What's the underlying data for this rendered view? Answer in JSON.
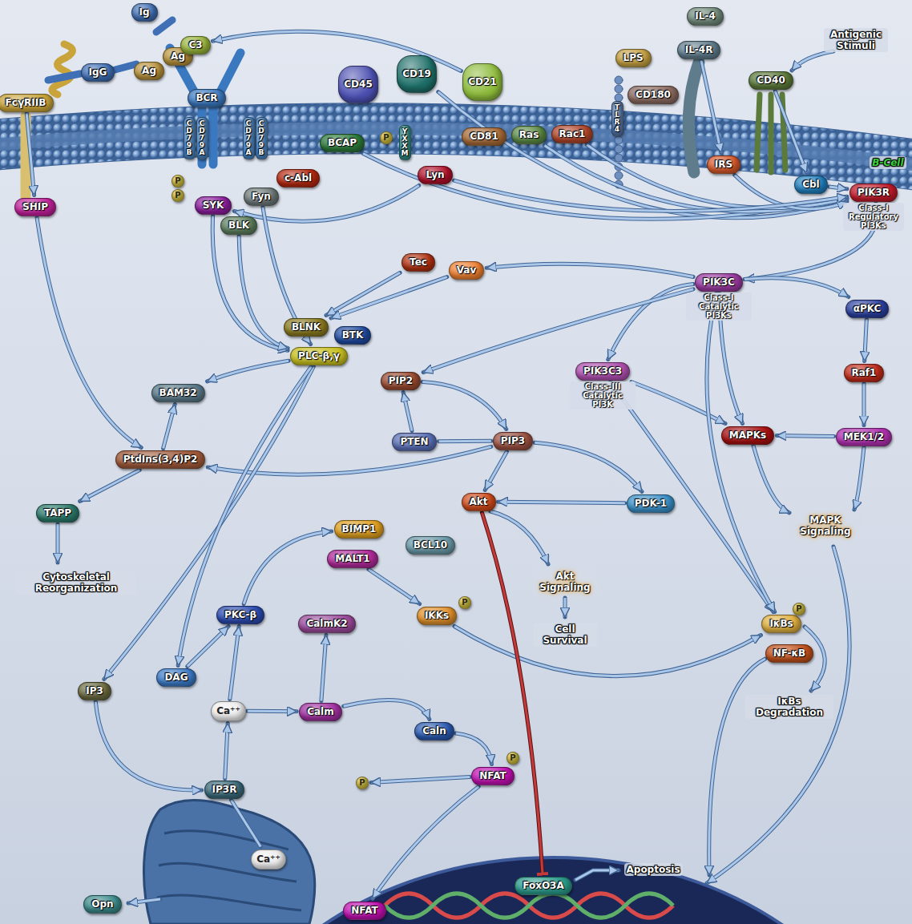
{
  "diagram": {
    "nodes": [
      {
        "text": [
          "FcγRIIB"
        ]
      },
      {
        "text": [
          "IgG"
        ]
      },
      {
        "text": [
          "Ag"
        ]
      },
      {
        "text": [
          "Ig"
        ]
      },
      {
        "text": [
          "Ag"
        ]
      },
      {
        "text": [
          "C3"
        ]
      },
      {
        "text": [
          "BCR"
        ]
      },
      {
        "text": [
          "CD79B"
        ]
      },
      {
        "text": [
          "CD79A"
        ]
      },
      {
        "text": [
          "CD79A"
        ]
      },
      {
        "text": [
          "CD79B"
        ]
      },
      {
        "text": [
          "P"
        ]
      },
      {
        "text": [
          "P"
        ]
      },
      {
        "text": [
          "SYK"
        ]
      },
      {
        "text": [
          "Fyn"
        ]
      },
      {
        "text": [
          "BLK"
        ]
      },
      {
        "text": [
          "c-Abl"
        ]
      },
      {
        "text": [
          "CD45"
        ]
      },
      {
        "text": [
          "CD19"
        ]
      },
      {
        "text": [
          "CD21"
        ]
      },
      {
        "text": [
          "BCAP"
        ]
      },
      {
        "text": [
          "P"
        ]
      },
      {
        "text": [
          "YXXM"
        ]
      },
      {
        "text": [
          "Lyn"
        ]
      },
      {
        "text": [
          "CD81"
        ]
      },
      {
        "text": [
          "Ras"
        ]
      },
      {
        "text": [
          "Rac1"
        ]
      },
      {
        "text": [
          "LPS"
        ]
      },
      {
        "text": [
          "TLR4"
        ]
      },
      {
        "text": [
          "CD180"
        ]
      },
      {
        "text": [
          "IL-4"
        ]
      },
      {
        "text": [
          "IL-4R"
        ]
      },
      {
        "text": [
          "IRS"
        ]
      },
      {
        "text": [
          "CD40"
        ]
      },
      {
        "text": [
          "Cbl"
        ]
      },
      {
        "text": [
          "PIK3R",
          "Class-I Regulatory PI3Ks"
        ]
      },
      {
        "text": [
          "SHIP"
        ]
      },
      {
        "text": [
          "Tec"
        ]
      },
      {
        "text": [
          "Vav"
        ]
      },
      {
        "text": [
          "BLNK"
        ]
      },
      {
        "text": [
          "BTK"
        ]
      },
      {
        "text": [
          "PLC-β,γ"
        ]
      },
      {
        "text": [
          "PIK3C",
          "Class-I Catalytic PI3Ks"
        ]
      },
      {
        "text": [
          "αPKC"
        ]
      },
      {
        "text": [
          "Raf1"
        ]
      },
      {
        "text": [
          "BAM32"
        ]
      },
      {
        "text": [
          "PIP2"
        ]
      },
      {
        "text": [
          "PIK3C3",
          "Class-III Catalytic PI3K"
        ]
      },
      {
        "text": [
          "MAPKs"
        ]
      },
      {
        "text": [
          "MEK1/2"
        ]
      },
      {
        "text": [
          "PTEN"
        ]
      },
      {
        "text": [
          "PIP3"
        ]
      },
      {
        "text": [
          "PtdIns(3,4)P2"
        ]
      },
      {
        "text": [
          "TAPP"
        ]
      },
      {
        "text": [
          "Akt"
        ]
      },
      {
        "text": [
          "PDK-1"
        ]
      },
      {
        "text": [
          "BIMP1"
        ]
      },
      {
        "text": [
          "BCL10"
        ]
      },
      {
        "text": [
          "MALT1"
        ]
      },
      {
        "text": [
          "IKKs"
        ]
      },
      {
        "text": [
          "P"
        ]
      },
      {
        "text": [
          "IκBs"
        ]
      },
      {
        "text": [
          "P"
        ]
      },
      {
        "text": [
          "NF-κB"
        ]
      },
      {
        "text": [
          "PKC-β"
        ]
      },
      {
        "text": [
          "CalmK2"
        ]
      },
      {
        "text": [
          "IP3"
        ]
      },
      {
        "text": [
          "DAG"
        ]
      },
      {
        "text": [
          "Ca⁺⁺"
        ]
      },
      {
        "text": [
          "Calm"
        ]
      },
      {
        "text": [
          "Caln"
        ]
      },
      {
        "text": [
          "P"
        ]
      },
      {
        "text": [
          "NFAT"
        ]
      },
      {
        "text": [
          "P"
        ]
      },
      {
        "text": [
          "IP3R"
        ]
      },
      {
        "text": [
          "Ca⁺⁺"
        ]
      },
      {
        "text": [
          "Opn"
        ]
      },
      {
        "text": [
          "NFAT"
        ]
      },
      {
        "text": [
          "FoxO3A"
        ]
      }
    ],
    "edges": [
      {
        "from": 19,
        "to": 5,
        "arrow": "to"
      },
      {
        "from": 0,
        "to": 36,
        "arrow": "to"
      },
      {
        "from": 18,
        "to": 35,
        "arrow": "to"
      },
      {
        "from": 20,
        "to": 35,
        "arrow": "to"
      },
      {
        "from": 25,
        "to": 35,
        "arrow": "to"
      },
      {
        "from": 26,
        "to": 35,
        "arrow": "to"
      },
      {
        "from": 32,
        "to": 35,
        "arrow": "to"
      },
      {
        "from": 34,
        "to": 35,
        "arrow": "to"
      },
      {
        "from": 33,
        "to": 34,
        "arrow": "to"
      },
      {
        "from": 31,
        "to": 32,
        "arrow": "to"
      },
      {
        "from": 23,
        "to": 13,
        "arrow": "to"
      },
      {
        "from": 13,
        "to": 41,
        "arrow": "to"
      },
      {
        "from": 14,
        "to": 41,
        "arrow": "to"
      },
      {
        "from": 15,
        "to": 41,
        "arrow": "to"
      },
      {
        "from": 37,
        "to": 39,
        "arrow": "to"
      },
      {
        "from": 38,
        "to": 39,
        "arrow": "to"
      },
      {
        "from": 35,
        "to": 42,
        "arrow": "to"
      },
      {
        "from": 42,
        "to": 38,
        "arrow": "to"
      },
      {
        "from": 42,
        "to": 47,
        "arrow": "to"
      },
      {
        "from": 42,
        "to": 43,
        "arrow": "to"
      },
      {
        "from": 43,
        "to": 44,
        "arrow": "to"
      },
      {
        "from": 44,
        "to": 49,
        "arrow": "to"
      },
      {
        "from": 49,
        "to": 48,
        "arrow": "to"
      },
      {
        "from": 42,
        "to": 48,
        "arrow": "to"
      },
      {
        "from": 47,
        "to": 48,
        "arrow": "to"
      },
      {
        "from": 42,
        "to": 46,
        "arrow": "to"
      },
      {
        "from": 46,
        "to": 51,
        "arrow": "to"
      },
      {
        "from": 50,
        "to": 46,
        "arrow": "to"
      },
      {
        "from": 51,
        "to": 50,
        "arrow": "none"
      },
      {
        "from": 51,
        "to": 54,
        "arrow": "to"
      },
      {
        "from": 51,
        "to": 55,
        "arrow": "to"
      },
      {
        "from": 55,
        "to": 54,
        "arrow": "to"
      },
      {
        "from": 51,
        "to": 52,
        "arrow": "to"
      },
      {
        "from": 52,
        "to": 53,
        "arrow": "to"
      },
      {
        "from": 52,
        "to": 45,
        "arrow": "to"
      },
      {
        "from": 41,
        "to": 45,
        "arrow": "to"
      },
      {
        "from": 36,
        "to": 52,
        "arrow": "to"
      },
      {
        "from": 41,
        "to": 66,
        "arrow": "to"
      },
      {
        "from": 41,
        "to": 67,
        "arrow": "to"
      },
      {
        "from": 66,
        "to": 74,
        "arrow": "to"
      },
      {
        "from": 74,
        "to": 68,
        "arrow": "to"
      },
      {
        "from": 68,
        "to": 64,
        "arrow": "to"
      },
      {
        "from": 67,
        "to": 64,
        "arrow": "to"
      },
      {
        "from": 68,
        "to": 69,
        "arrow": "to"
      },
      {
        "from": 69,
        "to": 65,
        "arrow": "to"
      },
      {
        "from": 69,
        "to": 70,
        "arrow": "to"
      },
      {
        "from": 70,
        "to": 72,
        "arrow": "to"
      },
      {
        "from": 72,
        "to": 71,
        "arrow": "to"
      },
      {
        "from": 72,
        "to": 77,
        "arrow": "to"
      },
      {
        "from": 64,
        "to": 56,
        "arrow": "to"
      },
      {
        "from": 58,
        "to": 59,
        "arrow": "to"
      },
      {
        "from": 59,
        "to": 61,
        "arrow": "to"
      },
      {
        "from": 54,
        "to": 78,
        "arrow": "to"
      },
      {
        "from": 47,
        "to": 61,
        "arrow": "to"
      },
      {
        "from": 42,
        "to": 61,
        "arrow": "to"
      },
      {
        "from": 74,
        "to": 75,
        "arrow": "none"
      },
      {
        "from": 23,
        "to": 35,
        "arrow": "to"
      }
    ],
    "labels": [
      "Antigenic Stimuli",
      "B-Cell",
      "Cytoskeletal Reorganization",
      "MAPK Signaling",
      "Akt Signaling",
      "Cell Survival",
      "IκBs Degradation",
      "Apoptosis"
    ]
  }
}
